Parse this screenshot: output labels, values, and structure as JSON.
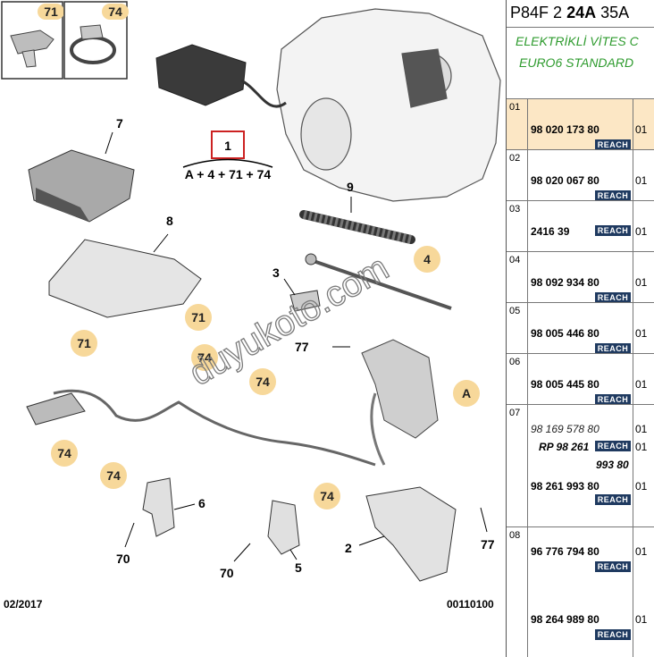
{
  "header": {
    "code_prefix": "P84F 2",
    "code_bold": "24A",
    "code_suffix": "35A"
  },
  "description": {
    "line1": "ELEKTRİKLİ VİTES C",
    "line2": "EURO6 STANDARD"
  },
  "diagram": {
    "formula_part": "1",
    "formula": "A + 4 + 71 + 74",
    "date": "02/2017",
    "ref": "00110100",
    "watermark": "duyukoto.com",
    "inset_labels": [
      "71",
      "74"
    ],
    "callouts": [
      "7",
      "8",
      "9",
      "3",
      "77",
      "6",
      "70",
      "70",
      "5",
      "2",
      "77"
    ],
    "bubbles": [
      "4",
      "71",
      "71",
      "74",
      "74",
      "A",
      "74",
      "74",
      "74"
    ]
  },
  "parts": [
    {
      "row": "01",
      "selected": true,
      "entries": [
        {
          "pn": "98 020 173 80",
          "qty": "01",
          "reach": "REACH",
          "style": "bold"
        }
      ]
    },
    {
      "row": "02",
      "entries": [
        {
          "pn": "98 020 067 80",
          "qty": "01",
          "reach": "REACH",
          "style": "bold"
        }
      ]
    },
    {
      "row": "03",
      "entries": [
        {
          "pn": "2416 39",
          "qty": "01",
          "reach": "REACH",
          "style": "bold"
        }
      ]
    },
    {
      "row": "04",
      "entries": [
        {
          "pn": "98 092 934 80",
          "qty": "01",
          "reach": "REACH",
          "style": "bold"
        }
      ]
    },
    {
      "row": "05",
      "entries": [
        {
          "pn": "98 005 446 80",
          "qty": "01",
          "reach": "REACH",
          "style": "bold"
        }
      ]
    },
    {
      "row": "06",
      "entries": [
        {
          "pn": "98 005 445 80",
          "qty": "01",
          "reach": "REACH",
          "style": "bold"
        }
      ]
    },
    {
      "row": "07",
      "entries": [
        {
          "pn": "98 169 578 80",
          "qty": "01",
          "style": "italic"
        },
        {
          "pn": "RP 98 261",
          "qty": "01",
          "reach": "REACH",
          "style": "bold-italic"
        },
        {
          "pn": "993 80",
          "style": "bold-italic-indent"
        },
        {
          "pn": "98 261 993 80",
          "qty": "01",
          "reach": "REACH",
          "style": "bold"
        }
      ]
    },
    {
      "row": "08",
      "entries": [
        {
          "pn": "96 776 794 80",
          "qty": "01",
          "reach": "REACH",
          "style": "bold"
        },
        {
          "pn": "98 264 989 80",
          "qty": "01",
          "reach": "REACH",
          "style": "bold"
        }
      ]
    }
  ]
}
